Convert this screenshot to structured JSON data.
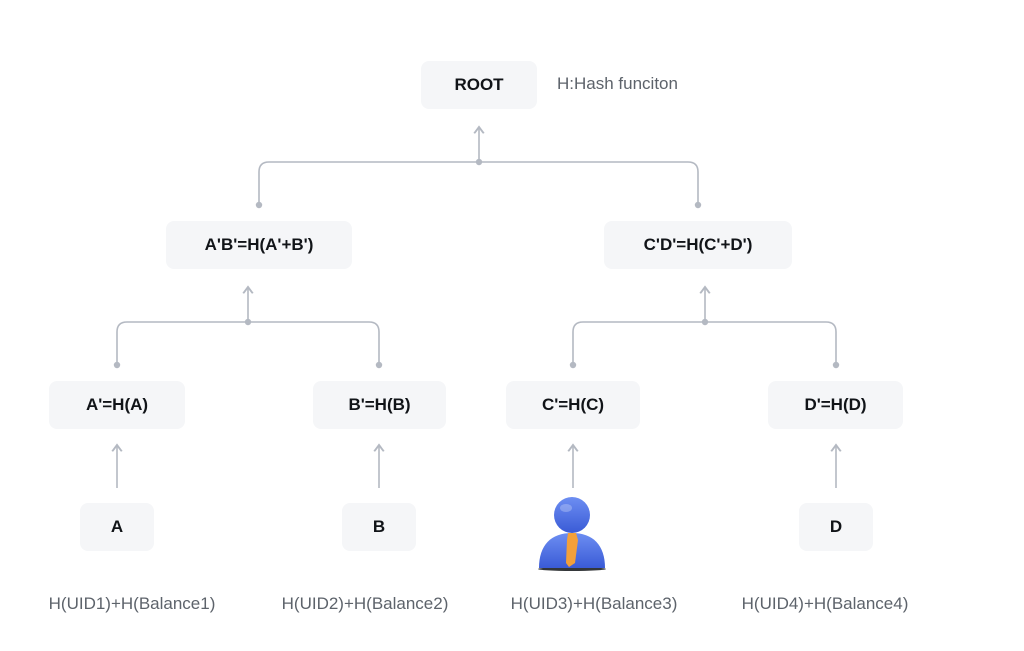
{
  "diagram": {
    "root": "ROOT",
    "legend": "H:Hash funciton",
    "level1": {
      "left": "A'B'=H(A'+B')",
      "right": "C'D'=H(C'+D')"
    },
    "level2": {
      "a": "A'=H(A)",
      "b": "B'=H(B)",
      "c": "C'=H(C)",
      "d": "D'=H(D)"
    },
    "leaves": {
      "a": "A",
      "b": "B",
      "d": "D"
    },
    "captions": {
      "a": "H(UID1)+H(Balance1)",
      "b": "H(UID2)+H(Balance2)",
      "c": "H(UID3)+H(Balance3)",
      "d": "H(UID4)+H(Balance4)"
    },
    "user_icon": "user-avatar-icon",
    "colors": {
      "node_bg": "#f5f6f8",
      "line": "#b4b9c2",
      "user_body": "#4a6fe3",
      "user_tie": "#f3a03a"
    }
  }
}
